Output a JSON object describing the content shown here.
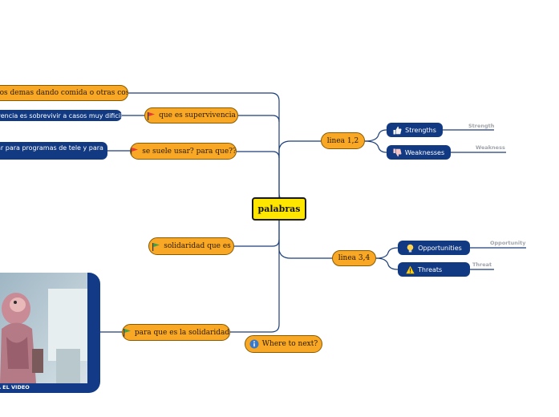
{
  "root": {
    "label": "palabras"
  },
  "left_nodes": {
    "top": "r a los demas dando comida o otras cosa",
    "supervivencia": "que es supervivencia",
    "supervivencia_note": "vencia es sobrevivir a casos muy dificiles",
    "usar": "se suele usar? para que??",
    "usar_note": "ar para programas de tele y para",
    "solidaridad_que": "solidaridad que es",
    "para_que": "para que es la solidaridad",
    "video_caption": "AS MIRA EL VIDEO"
  },
  "right_nodes": {
    "linea12": "linea 1,2",
    "strengths": "Strengths",
    "strength_sub": "Strength",
    "weaknesses": "Weaknesses",
    "weakness_sub": "Weakness",
    "linea34": "linea 3,4",
    "opportunities": "Opportunities",
    "opportunity_sub": "Opportunity",
    "threats": "Threats",
    "threat_sub": "Threat"
  },
  "where_next": "Where to next?",
  "colors": {
    "orange": "#f9a825",
    "blue": "#123a82",
    "root": "#ffe600",
    "line": "#1d3f7a"
  },
  "icons": [
    "red-flag-icon",
    "green-flag-icon",
    "thumbs-up-icon",
    "thumbs-down-icon",
    "lightbulb-icon",
    "warning-icon",
    "info-icon"
  ]
}
